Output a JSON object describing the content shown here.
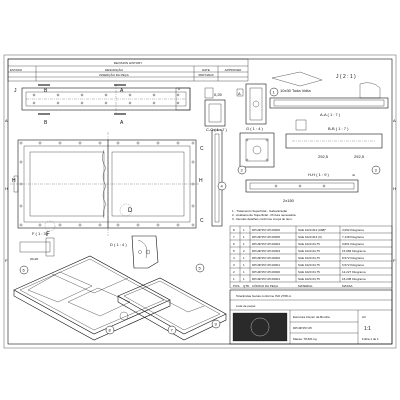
{
  "frame": {
    "zone_left_1": "A",
    "zone_left_2": "H",
    "zone_left_3": "F",
    "zone_right_1": "A",
    "zone_right_2": "H",
    "zone_right_3": "F"
  },
  "revisions": {
    "title": "REVISION HISTORY",
    "headers": [
      "ESTADO",
      "DESCRIÇÃO",
      "DATE",
      "APPROVED"
    ],
    "rows": [
      [
        "",
        "INSERÇÃO DA PEÇA",
        "08/07/2020",
        ""
      ]
    ]
  },
  "top_view": {
    "mark_j": "J",
    "mark_b": "B",
    "mark_a": "A",
    "scale_label": "A"
  },
  "plan_view": {
    "mark_h": "H",
    "mark_c": "C",
    "mark_d": "D",
    "mark_f": "F"
  },
  "flange_detail": {
    "dimension": "0,25",
    "datum": "A"
  },
  "view_aa": {
    "note": "10x30 Toda Volta",
    "j_label": "J ( 2 : 1 )",
    "label": "A-A ( 1 : 7 )"
  },
  "sections": {
    "cc_label": "C-C ( 1 : 7 )",
    "g_label": "G ( 1 : 4 )",
    "bb_label": "B-B ( 1 : 7 )",
    "bb_dim_1": "292,5",
    "bb_dim_2": "292,5",
    "hh_label": "H-H ( 1 : 9 )",
    "hh_dim": "2x150",
    "hh_note": "4x"
  },
  "notes": [
    "1 - Tratamento Superficial - Galvanização",
    "2 - Acabamento Superficial - Pintura necessária.",
    "3 - Demais detalhes conforme croqui do item."
  ],
  "details": {
    "f_label": "F ( 1 : 3 )",
    "f_dim": "20x20",
    "d_label": "D ( 1 : 4 )"
  },
  "parts": {
    "headers": [
      "POS.",
      "QTD",
      "CÓDIGO DA PEÇA",
      "MATERIAL",
      "MASSA"
    ],
    "rows": [
      {
        "item": "8",
        "qty": "1",
        "code": "DP10P157-05.00006",
        "material": "SAE 1020 #12 (#08)*",
        "mass": "3,092 Kilograma"
      },
      {
        "item": "7",
        "qty": "1",
        "code": "DP10P157-05.00005",
        "material": "SAE 1020 #14 (0)",
        "mass": "7,148 Kilograma"
      },
      {
        "item": "6",
        "qty": "1",
        "code": "DP10P157-05.00004",
        "material": "SAE 1020 #4,75",
        "mass": "0,801 Kilograma"
      },
      {
        "item": "5",
        "qty": "2",
        "code": "DP10P157-05.00003",
        "material": "SAE 1020 #4,75",
        "mass": "15,969 Kilograma"
      },
      {
        "item": "4",
        "qty": "1",
        "code": "DP10P157-05.00002",
        "material": "SAE 1020 #4,75",
        "mass": "8,572 Kilograma"
      },
      {
        "item": "3",
        "qty": "1",
        "code": "DP10P157-05.00001",
        "material": "SAE 1020 #4,75",
        "mass": "6,572 Kilograma"
      },
      {
        "item": "2",
        "qty": "1",
        "code": "DP10P157-05.00000",
        "material": "SAE 1020 #4,75",
        "mass": "12,227 Kilograma"
      },
      {
        "item": "1",
        "qty": "1",
        "code": "DP10P157-05.00001",
        "material": "SAE 1020 #4,75",
        "mass": "16,238 Kilograma"
      }
    ]
  },
  "title_block": {
    "spec_line_1": "Tolerâncias Gerais conforme ISO 2768-m",
    "spec_line_2": "Lista de peças",
    "part_name": "Estrutura inferior da Bomba",
    "drawing_number": "DP10P157-05",
    "material": "Massa: 78,601 kg",
    "format": "A3",
    "scale": "1:1",
    "sheet": "Folha 1 de 1"
  },
  "balloons": [
    "1",
    "2",
    "3",
    "4",
    "5",
    "6",
    "7",
    "8",
    "9"
  ]
}
